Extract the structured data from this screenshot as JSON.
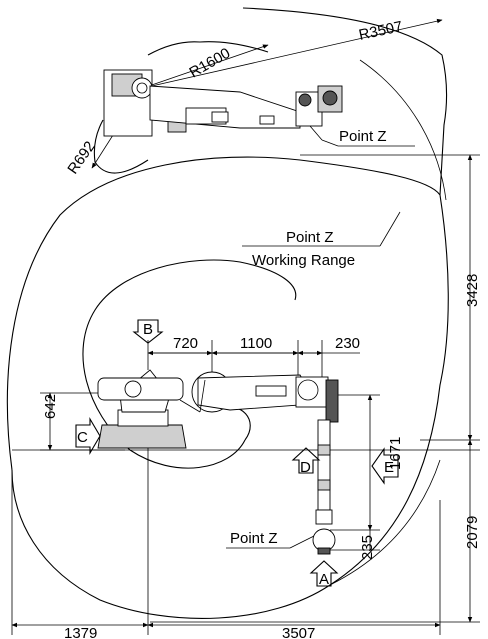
{
  "diagram": {
    "top_view": {
      "radius_labels": [
        "R3507",
        "R1600",
        "R692"
      ],
      "point_label": "Point Z"
    },
    "range_label": {
      "line1": "Point Z",
      "line2": "Working Range"
    },
    "side_view": {
      "horizontal_dims": [
        "720",
        "1100",
        "230"
      ],
      "vertical_right": [
        "3428",
        "2079"
      ],
      "vertical_inner": [
        "1671",
        "235"
      ],
      "vertical_left": "642",
      "bottom_dims": [
        "1379",
        "3507"
      ],
      "point_label": "Point Z",
      "view_markers": [
        "B",
        "C",
        "D",
        "E",
        "A"
      ]
    }
  }
}
